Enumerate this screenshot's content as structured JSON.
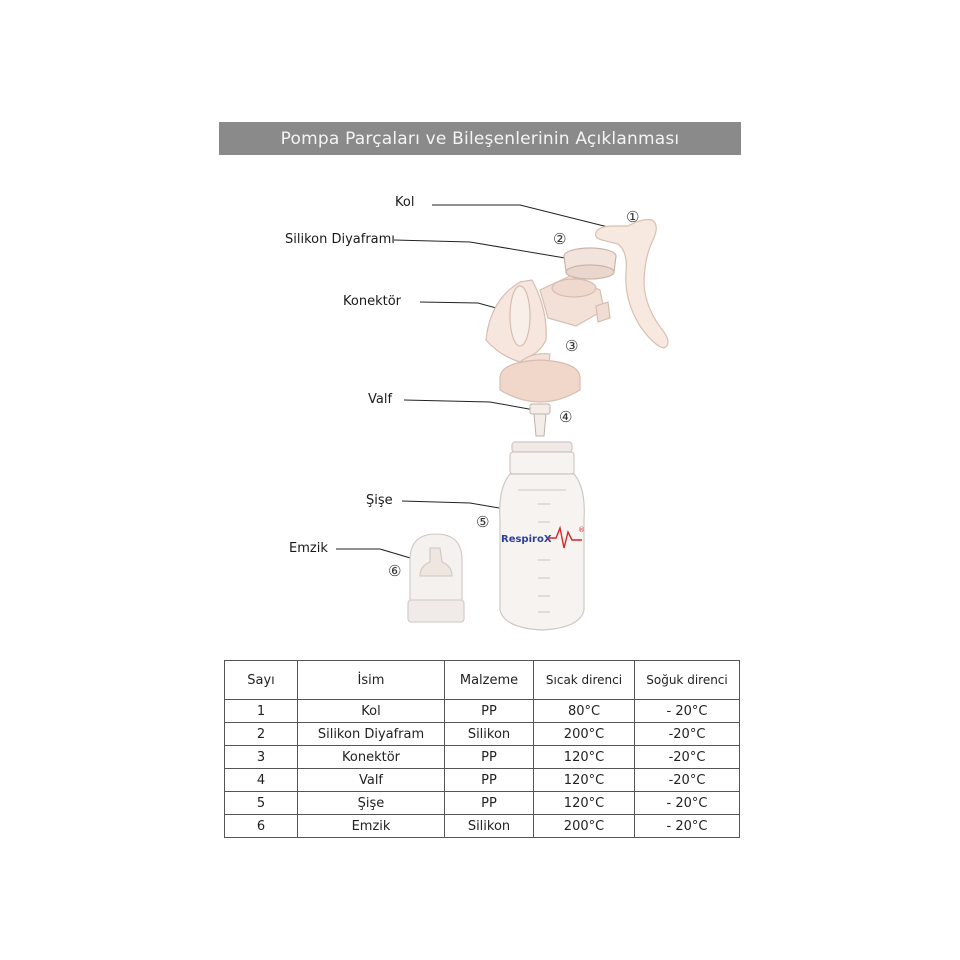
{
  "title": "Pompa Parçaları ve Bileşenlerinin Açıklanması",
  "labels": {
    "kol": "Kol",
    "diyafram": "Silikon Diyaframı",
    "konektor": "Konektör",
    "valf": "Valf",
    "sise": "Şişe",
    "emzik": "Emzik"
  },
  "markers": [
    "①",
    "②",
    "③",
    "④",
    "⑤",
    "⑥"
  ],
  "brand": {
    "name": "RespiroX",
    "mark": "®"
  },
  "table": {
    "headers": [
      "Sayı",
      "İsim",
      "Malzeme",
      "Sıcak direnci",
      "Soğuk direnci"
    ],
    "rows": [
      [
        "1",
        "Kol",
        "PP",
        "80°C",
        "- 20°C"
      ],
      [
        "2",
        "Silikon Diyafram",
        "Silikon",
        "200°C",
        "-20°C"
      ],
      [
        "3",
        "Konektör",
        "PP",
        "120°C",
        "-20°C"
      ],
      [
        "4",
        "Valf",
        "PP",
        "120°C",
        "-20°C"
      ],
      [
        "5",
        "Şişe",
        "PP",
        "120°C",
        "- 20°C"
      ],
      [
        "6",
        "Emzik",
        "Silikon",
        "200°C",
        "- 20°C"
      ]
    ]
  },
  "colors": {
    "title_bg": "#8a8a8a",
    "title_text": "#f4f4f4",
    "brand_blue": "#2b3fa0",
    "brand_red": "#d42a2a"
  }
}
